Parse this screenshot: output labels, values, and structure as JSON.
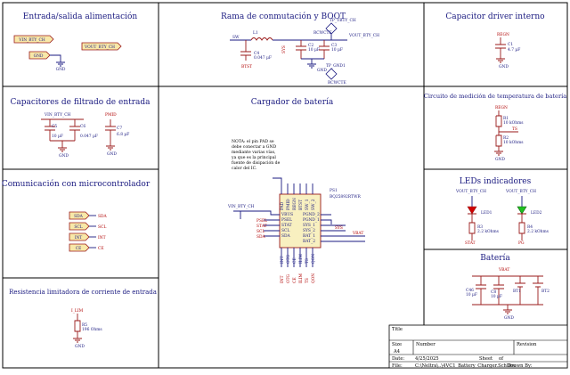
{
  "sections": {
    "power_io": "Entrada/salida alimentación",
    "switching": "Rama de conmutación y BOOT",
    "driver_cap": "Capacitor driver interno",
    "input_filter": "Capacitores de filtrado de entrada",
    "charger": "Cargador de batería",
    "temp": "Circuito de medición de temperatura de batería",
    "mcu": "Comunicación con microcontrolador",
    "leds": "LEDs indicadores",
    "current_limit": "Resistencia limitadora de corriente de entrada",
    "battery": "Batería"
  },
  "power_io": {
    "vin_port": "VIN_BTY_CH",
    "vout_port": "VOUT_BTY_CH",
    "gnd_port": "GND",
    "gnd2": "GND"
  },
  "switching": {
    "sw": "SW",
    "l1": "L1",
    "c4": "C4",
    "c4_val": "0.047 µF",
    "c4_net": "BTST",
    "c2": "C2",
    "c2_val": "10 µF",
    "c3": "C3",
    "c3_val": "10 µF",
    "tp_vbty": "TP_VBTY_CH",
    "tp_gnd": "TP_GND1",
    "rcwcte1": "RCWCTE",
    "rcwcte2": "RCWCTE",
    "sys": "SYS",
    "vout_net": "VOUT_BTY_CH",
    "gnd": "GND"
  },
  "driver_cap": {
    "net": "REGN",
    "c1": "C1",
    "c1_val": "4.7 µF",
    "gnd": "GND"
  },
  "input_filter": {
    "vin": "VIN_BTY_CH",
    "c5": "C5",
    "c5_val": "10 µF",
    "c6": "C6",
    "c6_val": "0.047 µF",
    "pmid": "PMID",
    "c7": "C7",
    "c7_val": "6.8 µF",
    "gnd1": "GND",
    "gnd2": "GND"
  },
  "charger": {
    "note": [
      "NOTA: el pin PAD se",
      "debe conectar a GND",
      "mediante varias vías,",
      "ya que es la principal",
      "fuente de disipación de",
      "calor del IC."
    ],
    "ref": "PS1",
    "part": "BQ25892RTWR",
    "vin": "VIN_BTY_CH",
    "pins_left": [
      "VBUS",
      "PSEL",
      "STAT",
      "SCL",
      "SDA"
    ],
    "pins_top": [
      "PAD",
      "PMID",
      "REGN",
      "BTST",
      "SW_1",
      "SW_2"
    ],
    "pins_right": [
      "PGND_2",
      "PGND_1",
      "SYS_1",
      "SYS_2",
      "BAT_1",
      "BAT_2"
    ],
    "pins_bottom": [
      "INT",
      "OTG",
      "CE",
      "ILIM",
      "TS",
      "QON"
    ],
    "nets_left": [
      "PSEL",
      "STAT",
      "SCL",
      "SDA"
    ],
    "sys": "SYS",
    "vbat": "VBAT",
    "nets_bottom": [
      "INT",
      "OTG",
      "CE",
      "ILIM",
      "TS",
      "QON"
    ]
  },
  "temp": {
    "regn": "REGN",
    "r1": "R1",
    "r1_val": "10 kOhms",
    "r2": "R2",
    "r2_val": "10 kOhms",
    "ts": "TS",
    "gnd": "GND"
  },
  "mcu": {
    "ports": [
      "SDA",
      "SCL",
      "INT",
      "CE"
    ],
    "labels": [
      "SDA",
      "SCL",
      "INT",
      "CE"
    ]
  },
  "leds": {
    "vout1": "VOUT_BTY_CH",
    "vout2": "VOUT_BTY_CH",
    "led1": "LED1",
    "led2": "LED2",
    "r3": "R3",
    "r3_val": "2.2 kOhms",
    "r4": "R4",
    "r4_val": "2.2 kOhms",
    "stat": "STAT",
    "pg": "PG"
  },
  "current_limit": {
    "ilim": "I_LIM",
    "r5": "R5",
    "r5_val": "196 Ohms",
    "gnd": "GND"
  },
  "battery": {
    "vbat": "VBAT",
    "c46": "C46",
    "c46_val": "10 µF",
    "c8": "C8",
    "c8_val": "10 µF",
    "bt1": "BT1",
    "bt2": "BT2",
    "gnd": "GND"
  },
  "titleblock": {
    "title_label": "Title",
    "size_label": "Size",
    "size_val": "A4",
    "number_label": "Number",
    "revision_label": "Revision",
    "date_label": "Date:",
    "date_val": "4/25/2025",
    "sheet_label": "Sheet",
    "sheet_of": "of",
    "file_label": "File:",
    "file_val": "C:\\Neltra\\..\\4VC1_Battery_Charger.SchDoc",
    "drawn_label": "Drawn By:"
  }
}
